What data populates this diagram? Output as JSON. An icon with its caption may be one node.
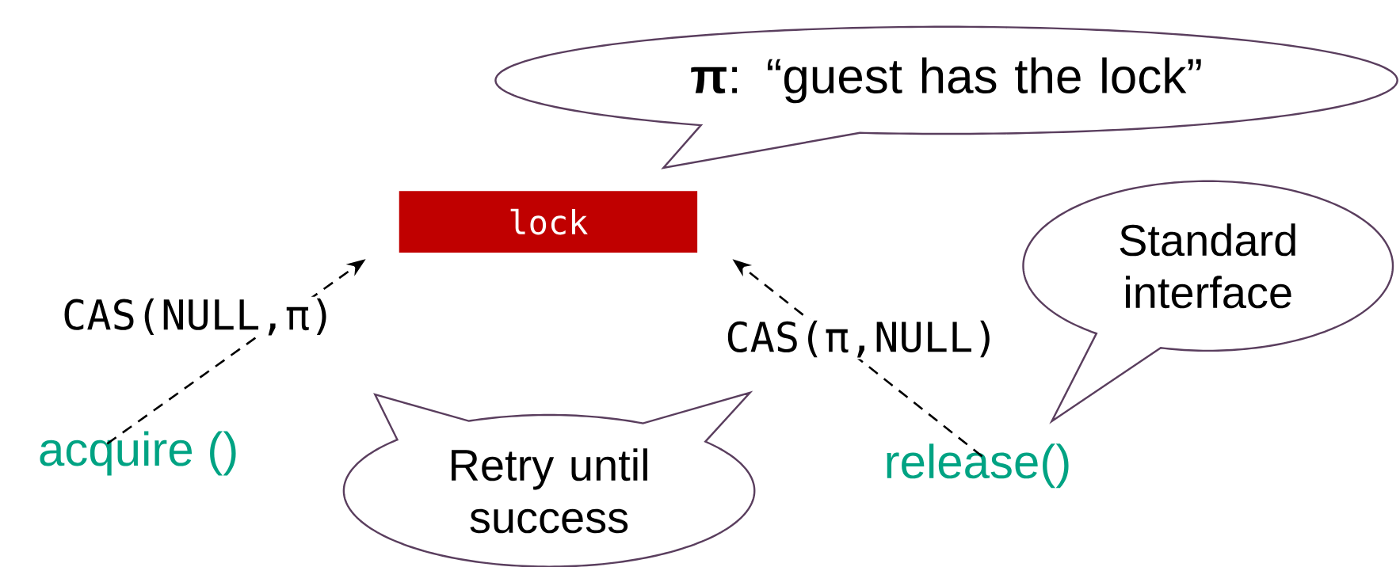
{
  "diagram": {
    "nodes": [
      {
        "text": [
          "**π**: “guest has the lock”"
        ]
      },
      {
        "text": [
          "lock"
        ]
      },
      {
        "text": [
          "Standard interface"
        ]
      },
      {
        "text": [
          "acquire ()"
        ]
      },
      {
        "text": [
          "Retry until success"
        ]
      },
      {
        "text": [
          "release()"
        ]
      }
    ],
    "edges": [
      {
        "from": 3,
        "to": 1,
        "arrow": "to",
        "style": "dashed",
        "label": "CAS(NULL,π)"
      },
      {
        "from": 5,
        "to": 1,
        "arrow": "to",
        "style": "dashed",
        "label": "CAS(π,NULL)"
      }
    ]
  }
}
